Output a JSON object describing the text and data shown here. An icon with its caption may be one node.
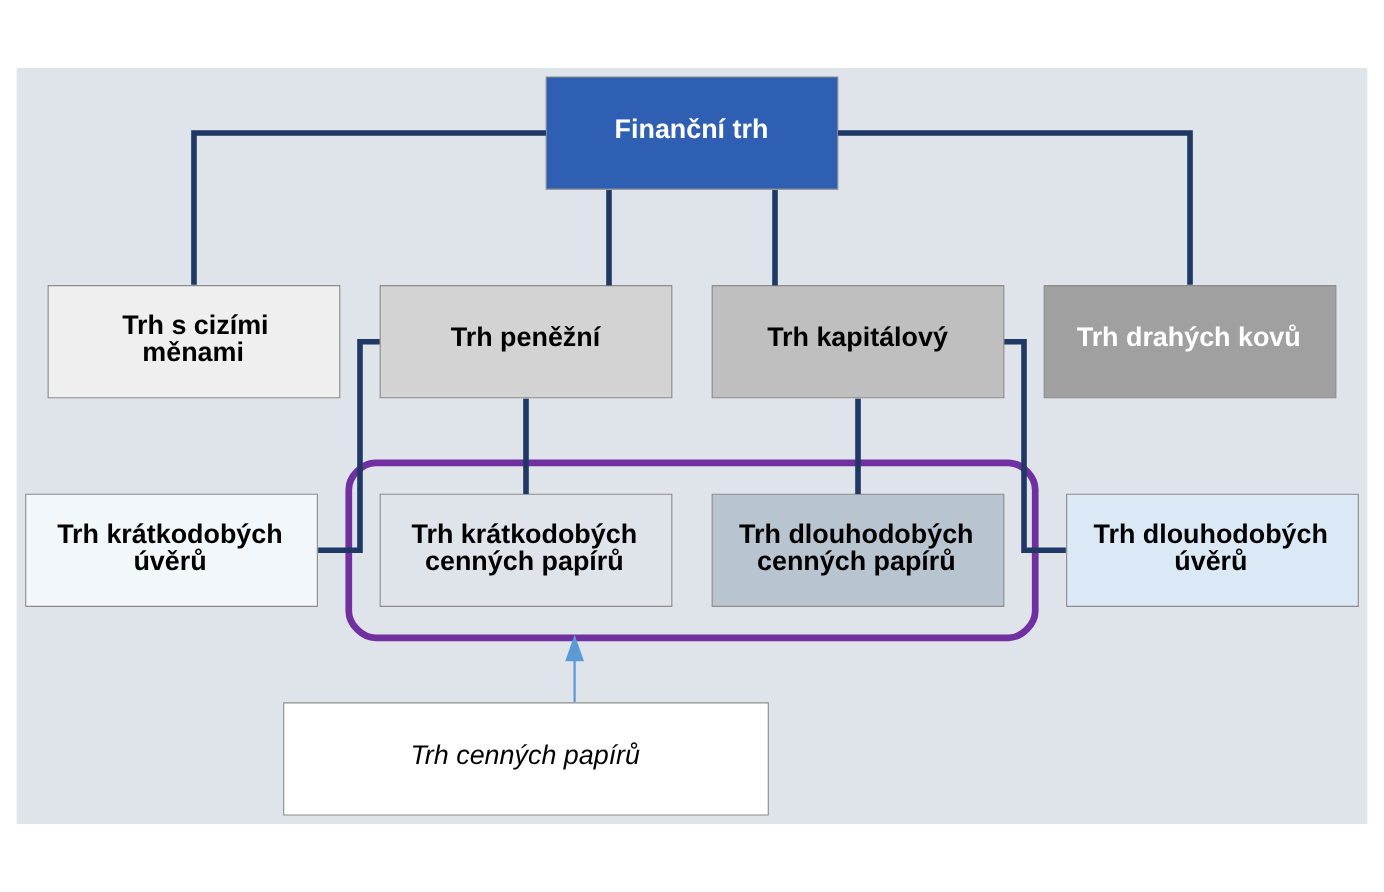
{
  "diagram": {
    "nodes": [
      {
        "text": [
          "Finanční trh"
        ]
      },
      {
        "text": [
          "Trh s cizími měnami"
        ]
      },
      {
        "text": [
          "Trh peněžní"
        ]
      },
      {
        "text": [
          "Trh kapitálový"
        ]
      },
      {
        "text": [
          "Trh drahých kovů"
        ]
      },
      {
        "text": [
          "Trh krátkodobých úvěrů"
        ]
      },
      {
        "text": [],
        "shape": "box"
      },
      {
        "text": [
          "Trh krátkodobých cenných papírů"
        ],
        "in": 6
      },
      {
        "text": [
          "Trh dlouhodobých cenných papírů"
        ],
        "in": 6
      },
      {
        "text": [
          "Trh dlouhodobých úvěrů"
        ]
      },
      {
        "text": [
          "Trh cenných papírů"
        ]
      }
    ],
    "edges": [
      {
        "from": 0,
        "to": 1,
        "arrow": "none"
      },
      {
        "from": 0,
        "to": 2,
        "arrow": "none"
      },
      {
        "from": 0,
        "to": 3,
        "arrow": "none"
      },
      {
        "from": 0,
        "to": 4,
        "arrow": "none"
      },
      {
        "from": 2,
        "to": 5,
        "arrow": "none"
      },
      {
        "from": 2,
        "to": 7,
        "arrow": "none"
      },
      {
        "from": 3,
        "to": 8,
        "arrow": "none"
      },
      {
        "from": 3,
        "to": 9,
        "arrow": "none"
      },
      {
        "from": 10,
        "to": 6,
        "arrow": "to",
        "color": "#5b9bd5"
      }
    ]
  }
}
